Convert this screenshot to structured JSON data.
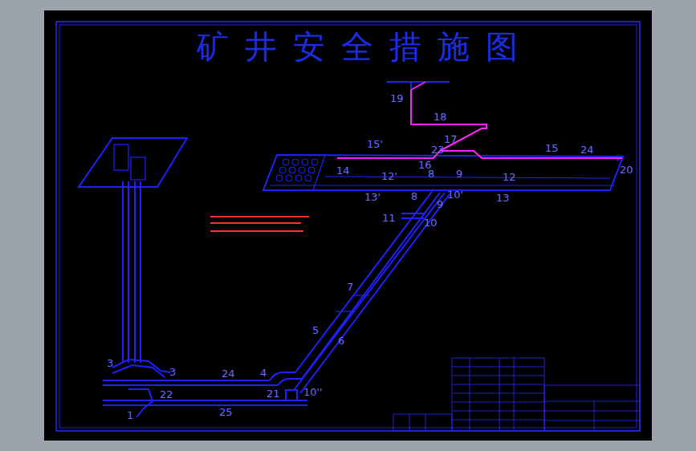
{
  "diagram": {
    "title": "矿井安全措施图",
    "labels": [
      "19",
      "18",
      "17",
      "23",
      "15'",
      "15",
      "24",
      "16",
      "8",
      "9",
      "14",
      "12'",
      "12",
      "20",
      "13'",
      "10'",
      "8",
      "13",
      "9",
      "11",
      "10",
      "7",
      "5",
      "6",
      "3",
      "3",
      "24",
      "4",
      "22",
      "21",
      "10''",
      "1",
      "25"
    ]
  }
}
